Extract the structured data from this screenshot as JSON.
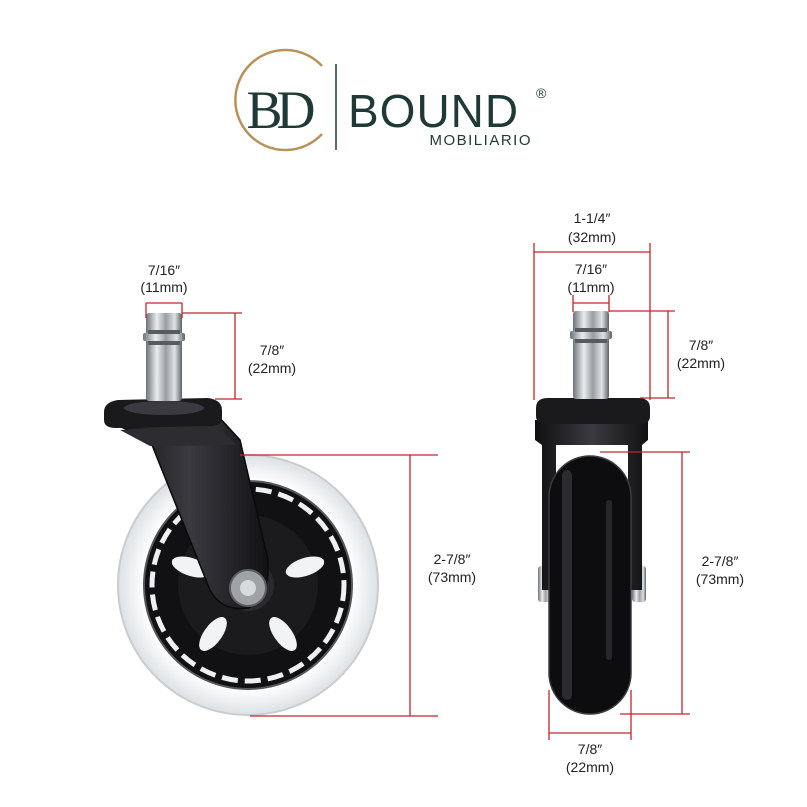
{
  "logo": {
    "monogram": "BD",
    "name": "BOUND",
    "registered": "®",
    "tagline": "MOBILIARIO",
    "colors": {
      "ring": "#b8925a",
      "text": "#1f3a36"
    }
  },
  "side_view": {
    "stem_width": {
      "imperial": "7/16″",
      "metric": "(11mm)"
    },
    "stem_height": {
      "imperial": "7/8″",
      "metric": "(22mm)"
    },
    "wheel_diameter": {
      "imperial": "2-7/8″",
      "metric": "(73mm)"
    }
  },
  "front_view": {
    "overall_width": {
      "imperial": "1-1/4″",
      "metric": "(32mm)"
    },
    "stem_width": {
      "imperial": "7/16″",
      "metric": "(11mm)"
    },
    "stem_height": {
      "imperial": "7/8″",
      "metric": "(22mm)"
    },
    "wheel_diameter": {
      "imperial": "2-7/8″",
      "metric": "(73mm)"
    },
    "wheel_width": {
      "imperial": "7/8″",
      "metric": "(22mm)"
    }
  },
  "colors": {
    "dimension_line": "#c0272d",
    "body": "#1c1c1e",
    "tread": "#eef1f3",
    "chrome": "#b9bcc0"
  }
}
